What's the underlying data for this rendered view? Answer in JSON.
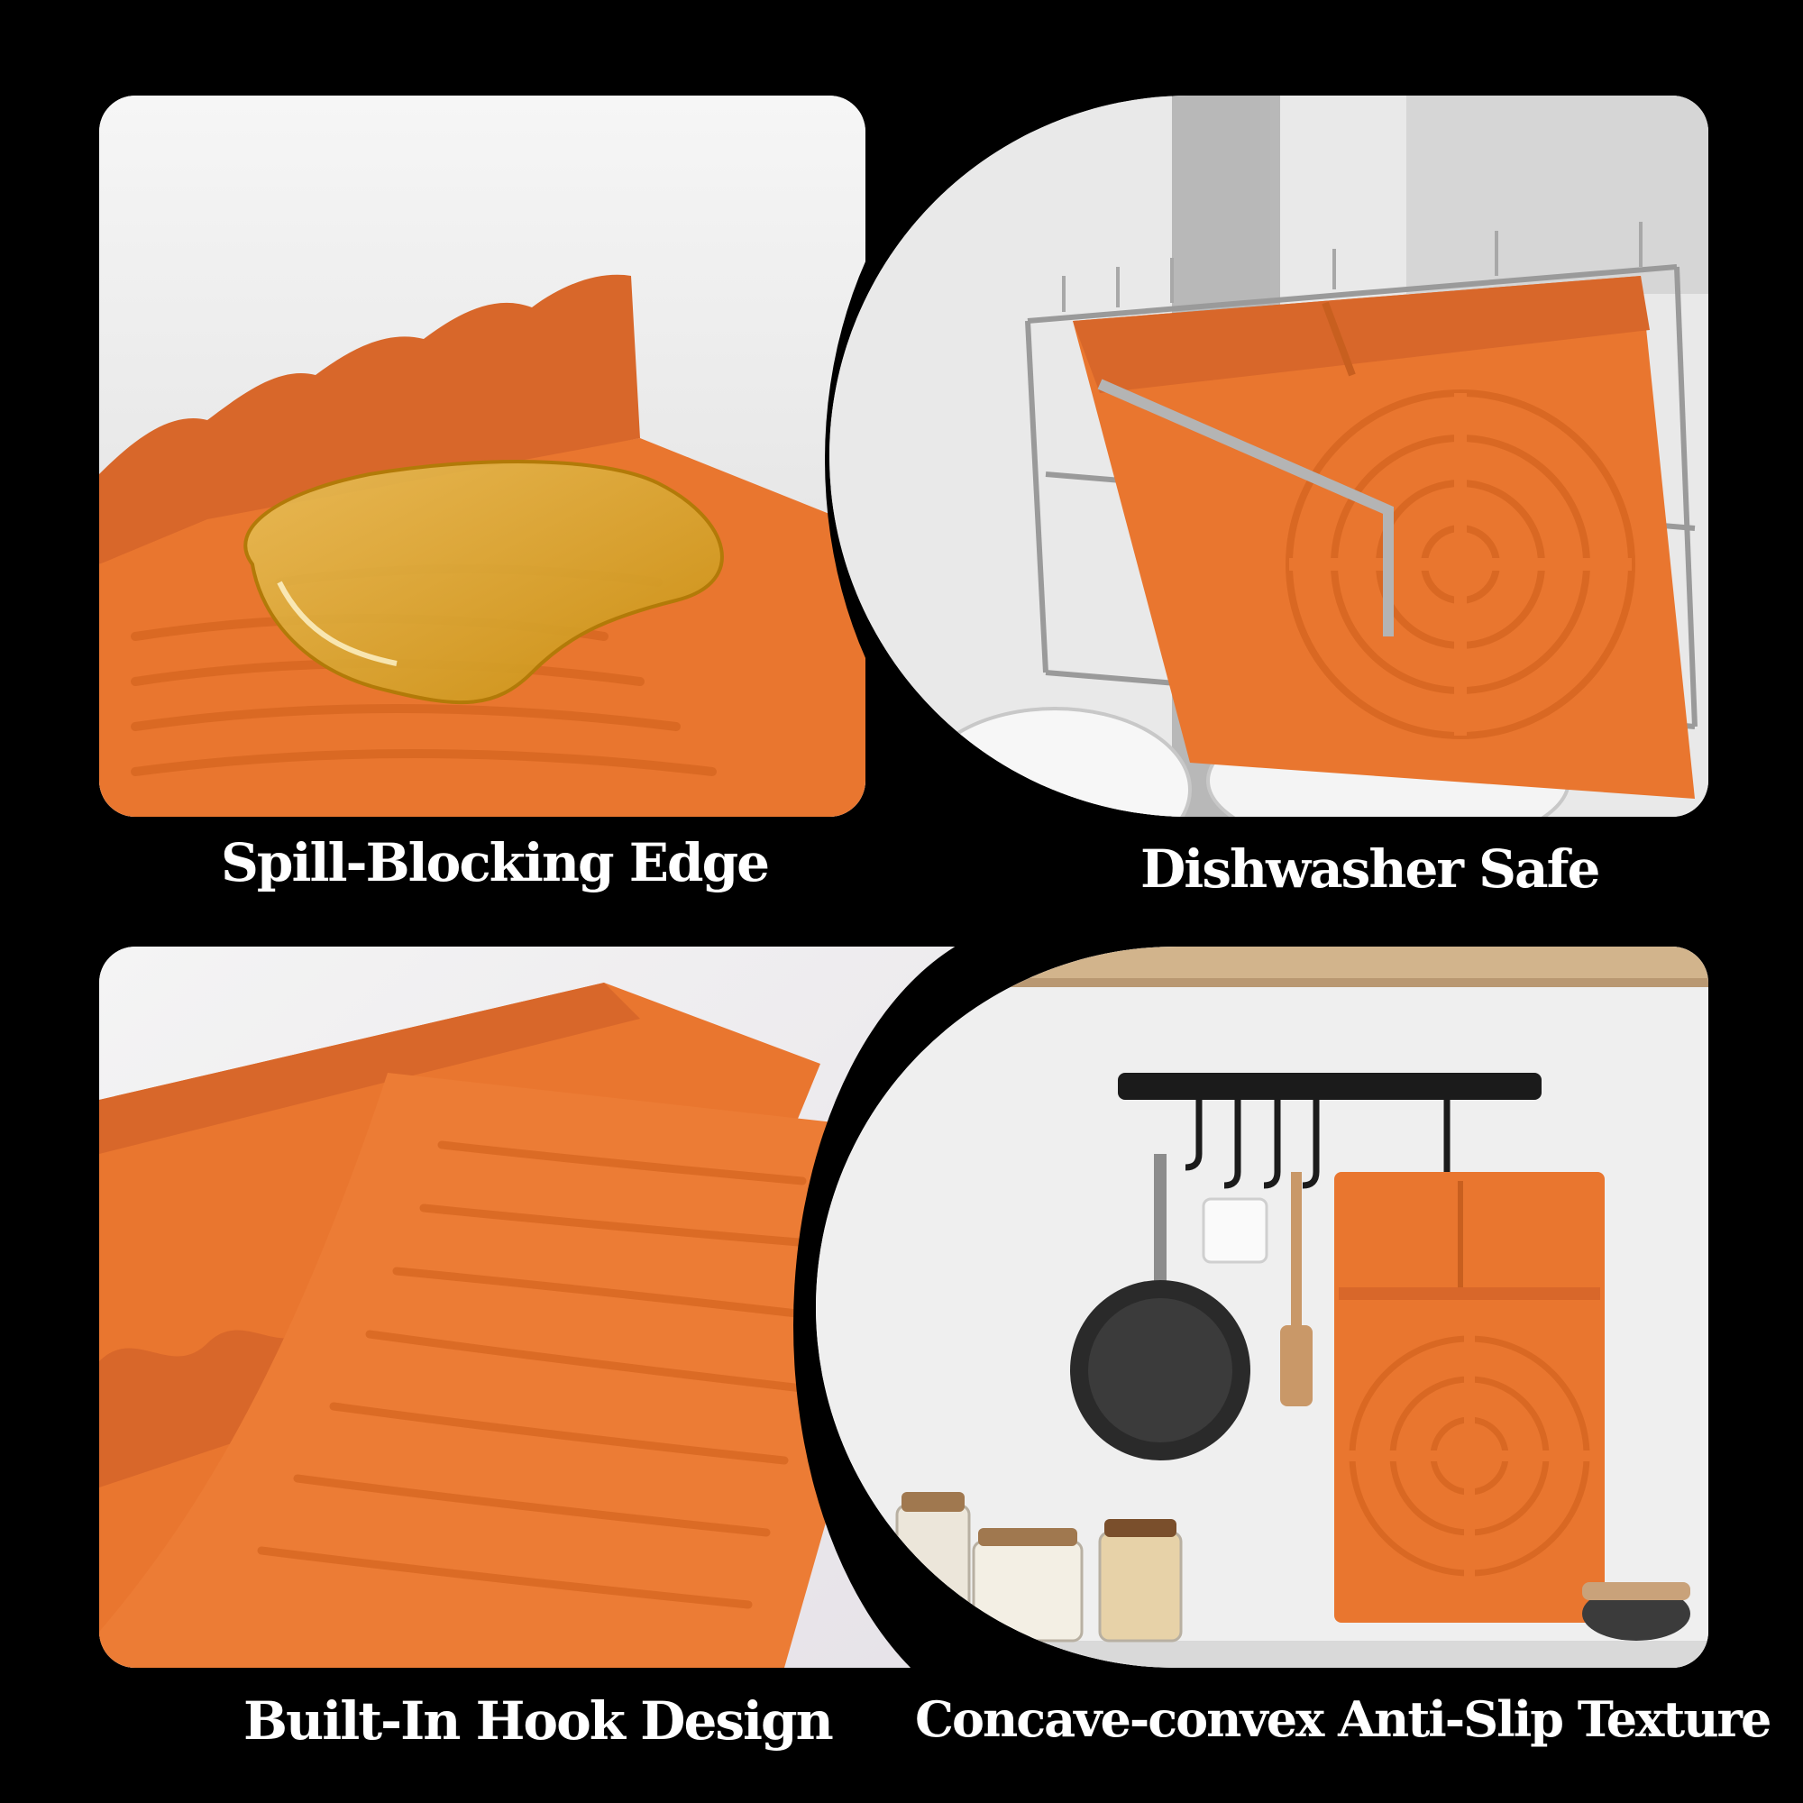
{
  "features": [
    {
      "caption": "Spill-Blocking Edge",
      "scene": "oil-spill-closeup"
    },
    {
      "caption": "Dishwasher Safe",
      "scene": "mat-in-dishwasher-rack"
    },
    {
      "caption": "Built-In Hook Design",
      "scene": "folded-mat-closeup"
    },
    {
      "caption": "Concave-convex Anti-Slip Texture",
      "scene": "mat-hanging-on-rail"
    }
  ],
  "colors": {
    "background": "#000000",
    "mat_orange": "#e9762f",
    "mat_orange_dark": "#c85f1f",
    "oil_amber": "#d9a81c",
    "studio_white": "#f2f2f2",
    "caption_text": "#ffffff"
  }
}
